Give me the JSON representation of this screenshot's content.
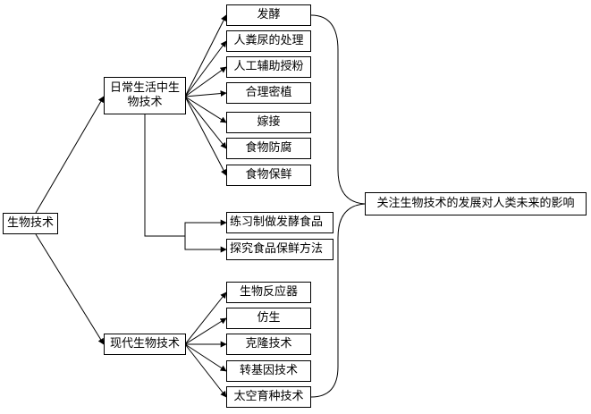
{
  "root": "生物技术",
  "daily": "日常生活中生物技术",
  "modern": "现代生物技术",
  "daily_items": [
    "发酵",
    "人粪尿的处理",
    "人工辅助授粉",
    "合理密植",
    "嫁接",
    "食物防腐",
    "食物保鲜"
  ],
  "experiments": [
    "练习制做发酵食品",
    "探究食品保鲜方法"
  ],
  "modern_items": [
    "生物反应器",
    "仿生",
    "克隆技术",
    "转基因技术",
    "太空育种技术"
  ],
  "conclusion": "关注生物技术的发展对人类未来的影响"
}
